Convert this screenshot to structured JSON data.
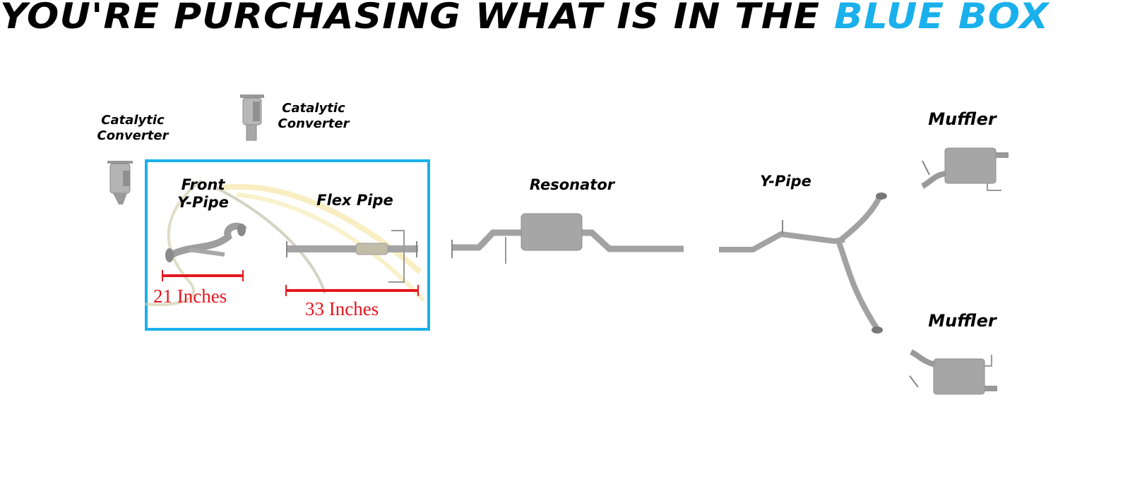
{
  "title": {
    "prefix": "YOU'RE PURCHASING WHAT IS IN THE",
    "highlight": "BLUE BOX",
    "highlight_color": "#1ab0ec"
  },
  "parts": {
    "cat_converter_1": {
      "label_line1": "Catalytic",
      "label_line2": "Converter"
    },
    "cat_converter_2": {
      "label_line1": "Catalytic",
      "label_line2": "Converter"
    },
    "front_y_pipe": {
      "label_line1": "Front",
      "label_line2": "Y-Pipe",
      "measurement": "21 Inches"
    },
    "flex_pipe": {
      "label": "Flex Pipe",
      "measurement": "33 Inches"
    },
    "resonator": {
      "label": "Resonator"
    },
    "y_pipe": {
      "label": "Y-Pipe"
    },
    "muffler_1": {
      "label": "Muffler"
    },
    "muffler_2": {
      "label": "Muffler"
    }
  },
  "colors": {
    "box": "#1ab0ec",
    "measure": "#e5161d",
    "metal": "#a9a9a9"
  }
}
